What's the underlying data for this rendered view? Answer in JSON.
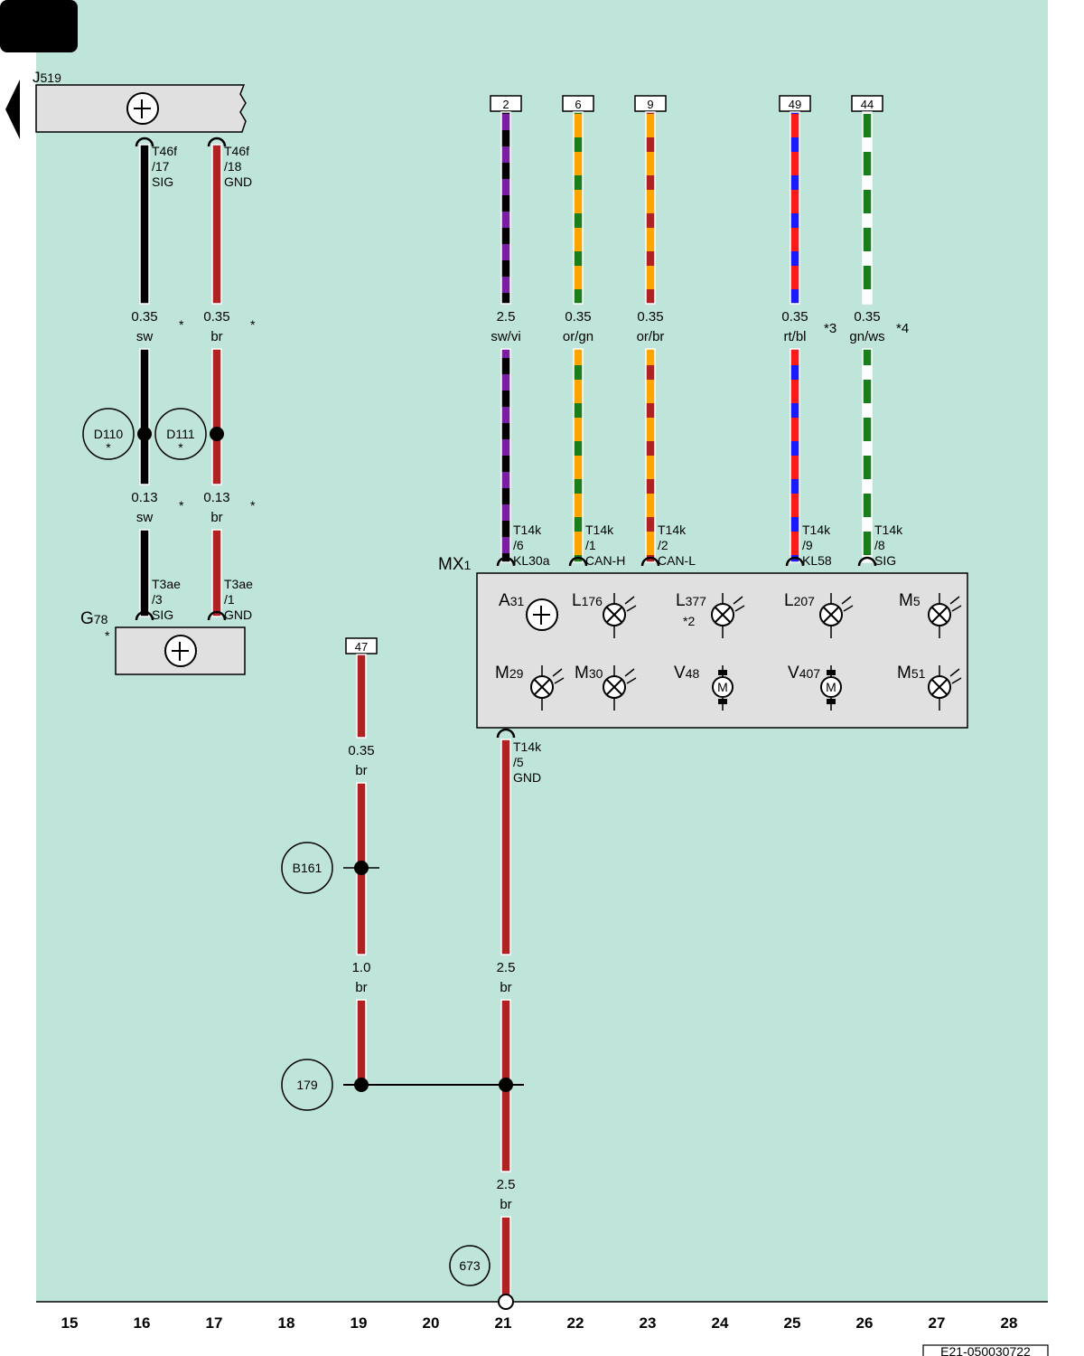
{
  "colors": {
    "background": "#bfe5da",
    "box_fill": "#e0e0e0",
    "sw": "#000000",
    "br": "#b22222",
    "vi": "#7b1fa2",
    "or": "#ffa500",
    "gn": "#1a7f1a",
    "rt": "#ff1a1a",
    "bl": "#1a1aff",
    "ws": "#ffffff"
  },
  "components": {
    "j519": {
      "label": "J",
      "sub": "519"
    },
    "g78": {
      "label": "G",
      "sub": "78",
      "note": "*"
    },
    "mx1": {
      "label": "MX",
      "sub": "1"
    },
    "a31": {
      "label": "A",
      "sub": "31"
    },
    "l176": {
      "label": "L",
      "sub": "176"
    },
    "l377": {
      "label": "L",
      "sub": "377",
      "note": "*2"
    },
    "l207": {
      "label": "L",
      "sub": "207"
    },
    "m5": {
      "label": "M",
      "sub": "5"
    },
    "m29": {
      "label": "M",
      "sub": "29"
    },
    "m30": {
      "label": "M",
      "sub": "30"
    },
    "v48": {
      "label": "V",
      "sub": "48"
    },
    "v407": {
      "label": "V",
      "sub": "407"
    },
    "m51": {
      "label": "M",
      "sub": "51"
    },
    "motor_symbol": "M"
  },
  "connectors": {
    "t46f_17": [
      "T46f",
      "/17",
      "SIG"
    ],
    "t46f_18": [
      "T46f",
      "/18",
      "GND"
    ],
    "t3ae_3": [
      "T3ae",
      "/3",
      "SIG"
    ],
    "t3ae_1": [
      "T3ae",
      "/1",
      "GND"
    ],
    "t14k_6": [
      "T14k",
      "/6",
      "KL30a"
    ],
    "t14k_1": [
      "T14k",
      "/1",
      "CAN-H"
    ],
    "t14k_2": [
      "T14k",
      "/2",
      "CAN-L"
    ],
    "t14k_9": [
      "T14k",
      "/9",
      "KL58"
    ],
    "t14k_8": [
      "T14k",
      "/8",
      "SIG"
    ],
    "t14k_5": [
      "T14k",
      "/5",
      "GND"
    ]
  },
  "refs": {
    "r2": "2",
    "r6": "6",
    "r9": "9",
    "r49": "49",
    "r44": "44",
    "r47": "47"
  },
  "wires": {
    "w16a": {
      "size": "0.35",
      "color": "sw",
      "note": "*"
    },
    "w17a": {
      "size": "0.35",
      "color": "br",
      "note": "*"
    },
    "w16b": {
      "size": "0.13",
      "color": "sw",
      "note": "*"
    },
    "w17b": {
      "size": "0.13",
      "color": "br",
      "note": "*"
    },
    "w21a": {
      "size": "2.5",
      "color": "sw/vi"
    },
    "w22": {
      "size": "0.35",
      "color": "or/gn"
    },
    "w23": {
      "size": "0.35",
      "color": "or/br"
    },
    "w25": {
      "size": "0.35",
      "color": "rt/bl",
      "note": "*3"
    },
    "w26": {
      "size": "0.35",
      "color": "gn/ws",
      "note": "*4"
    },
    "w19a": {
      "size": "0.35",
      "color": "br"
    },
    "w19b": {
      "size": "1.0",
      "color": "br"
    },
    "w21b": {
      "size": "2.5",
      "color": "br"
    },
    "w21c": {
      "size": "2.5",
      "color": "br"
    }
  },
  "splices": {
    "d110": {
      "label": "D110",
      "note": "*"
    },
    "d111": {
      "label": "D111",
      "note": "*"
    },
    "b161": {
      "label": "B161"
    },
    "s179": {
      "label": "179"
    },
    "s673": {
      "label": "673"
    }
  },
  "axis": [
    "15",
    "16",
    "17",
    "18",
    "19",
    "20",
    "21",
    "22",
    "23",
    "24",
    "25",
    "26",
    "27",
    "28"
  ],
  "footer_id": "E21-050030722"
}
